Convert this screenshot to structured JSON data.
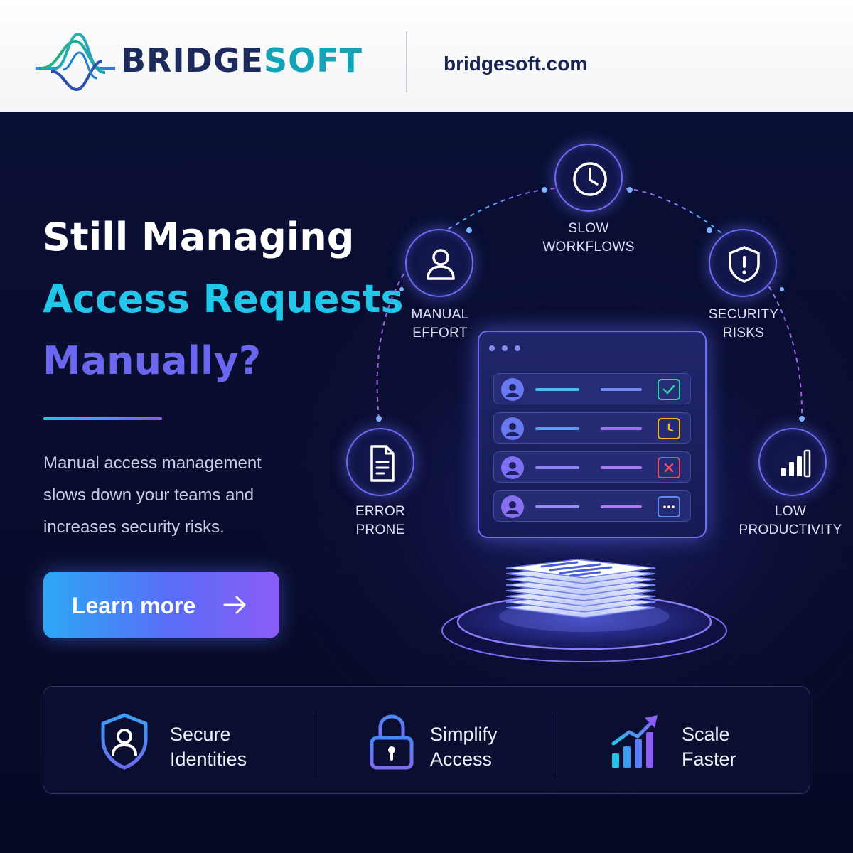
{
  "header": {
    "brand_part1": "BRIDGE",
    "brand_part2": "SOFT",
    "website": "bridgesoft.com"
  },
  "hero": {
    "headline_line1": "Still Managing",
    "headline_line2": "Access Requests",
    "headline_line3": "Manually?",
    "body_lines": [
      "Manual access management",
      "slows down your teams and",
      "increases security risks."
    ],
    "cta_label": "Learn more"
  },
  "illustration": {
    "nodes": [
      {
        "icon": "clock-icon",
        "line1": "SLOW",
        "line2": "WORKFLOWS"
      },
      {
        "icon": "user-icon",
        "line1": "MANUAL",
        "line2": "EFFORT"
      },
      {
        "icon": "shield-alert-icon",
        "line1": "SECURITY",
        "line2": "RISKS"
      },
      {
        "icon": "document-icon",
        "line1": "ERROR",
        "line2": "PRONE"
      },
      {
        "icon": "bar-chart-icon",
        "line1": "LOW",
        "line2": "PRODUCTIVITY"
      }
    ],
    "request_rows": [
      {
        "status": "approved",
        "status_icon": "check-icon",
        "color": "#2fd3a0"
      },
      {
        "status": "pending",
        "status_icon": "clock-icon",
        "color": "#f2b825"
      },
      {
        "status": "rejected",
        "status_icon": "x-icon",
        "color": "#ec4a5c"
      },
      {
        "status": "more",
        "status_icon": "more-icon",
        "color": "#5b8cf5"
      }
    ]
  },
  "features": [
    {
      "icon": "shield-user-icon",
      "line1": "Secure",
      "line2": "Identities"
    },
    {
      "icon": "padlock-icon",
      "line1": "Simplify",
      "line2": "Access"
    },
    {
      "icon": "growth-chart-icon",
      "line1": "Scale",
      "line2": "Faster"
    }
  ],
  "colors": {
    "background": "#070b26",
    "accent_cyan": "#22c6e8",
    "accent_violet": "#6a66f0",
    "brand_navy": "#1d2b5c",
    "brand_teal": "#11a4b8"
  }
}
